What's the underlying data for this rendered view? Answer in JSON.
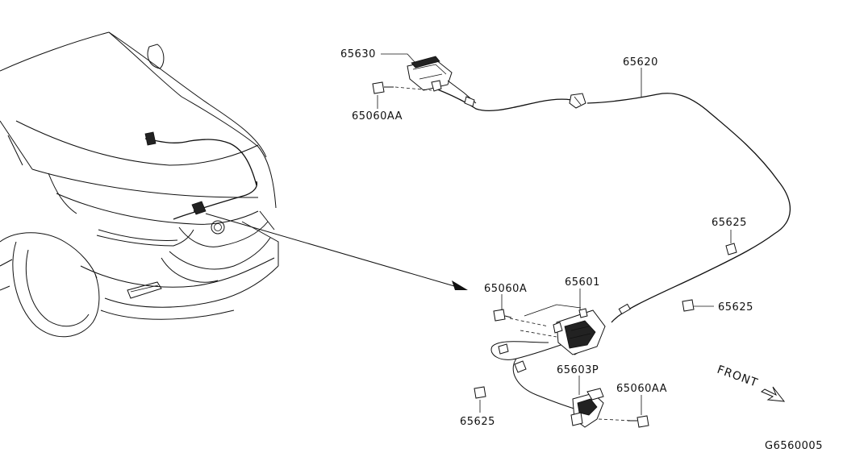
{
  "diagram": {
    "code": "G6560005",
    "direction_label": "FRONT",
    "parts": {
      "p65630": "65630",
      "p65620": "65620",
      "p65060AA_top": "65060AA",
      "p65625_right_top": "65625",
      "p65625_right_mid": "65625",
      "p65060A": "65060A",
      "p65601": "65601",
      "p65603P": "65603P",
      "p65060AA_bottom": "65060AA",
      "p65625_bottom": "65625"
    }
  }
}
